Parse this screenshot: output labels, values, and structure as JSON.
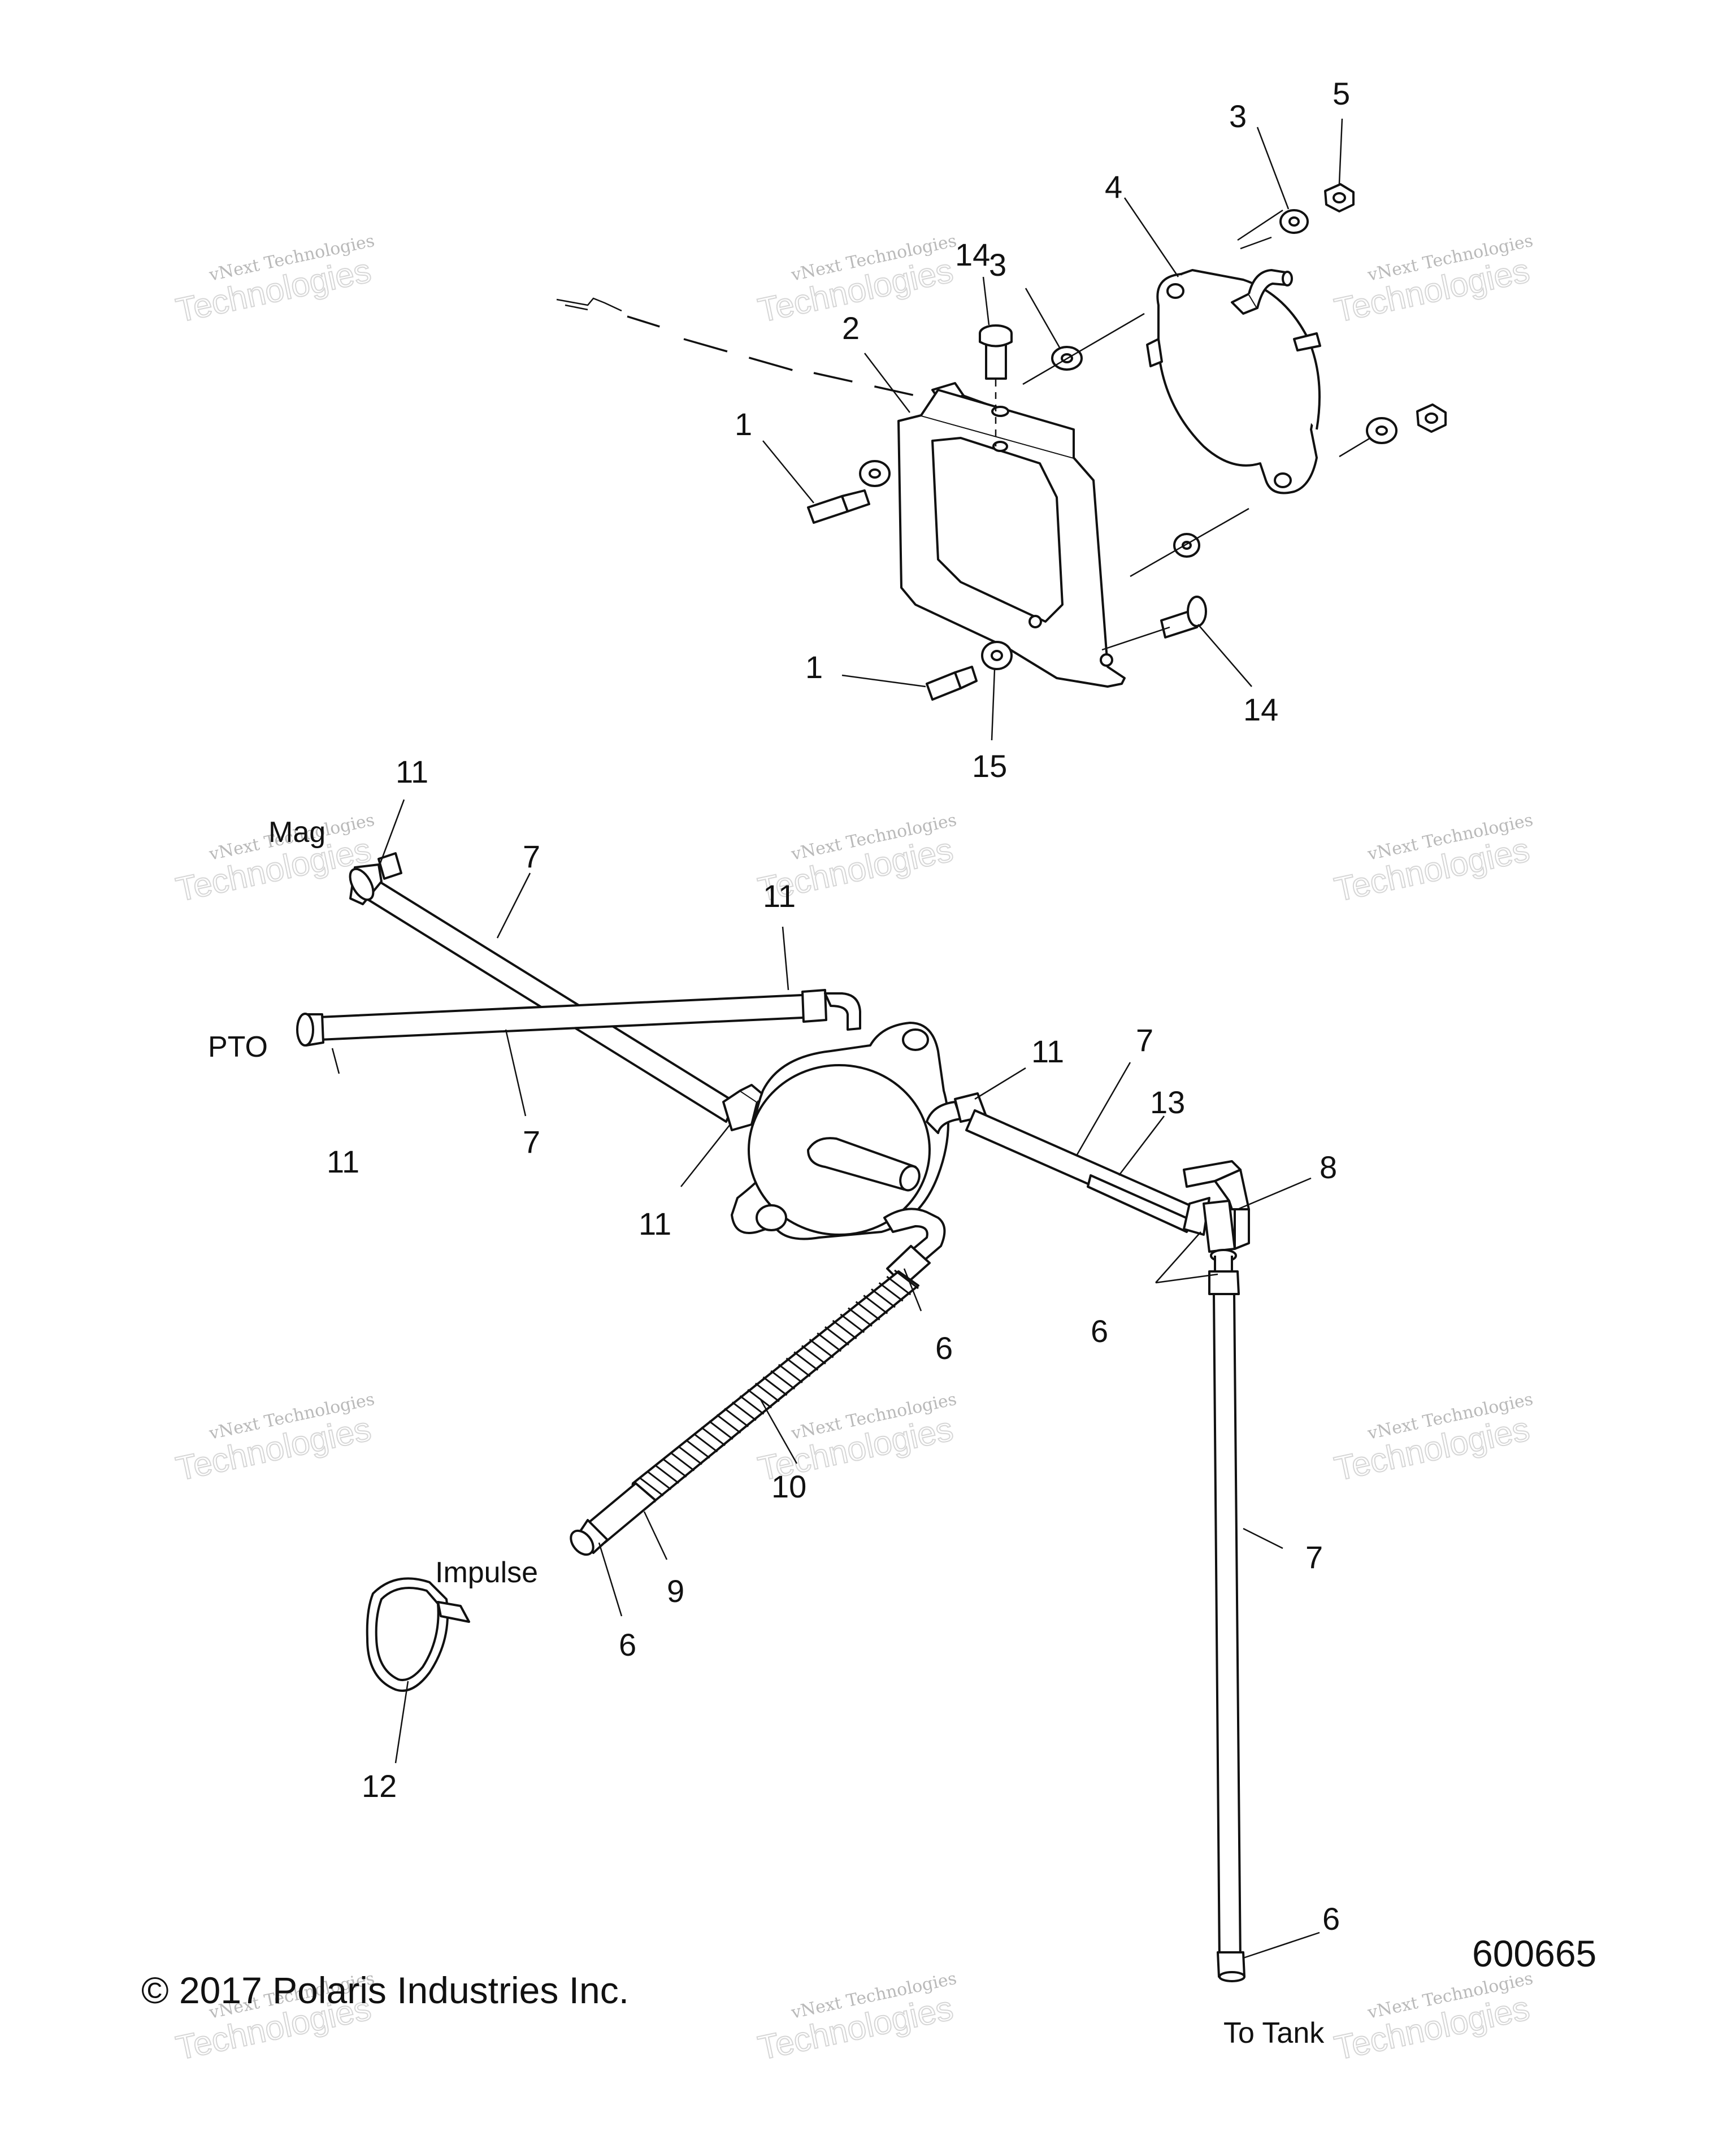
{
  "callouts": {
    "c5": "5",
    "c3a": "3",
    "c4": "4",
    "c14a": "14",
    "c3b": "3",
    "c2": "2",
    "c1a": "1",
    "c1b": "1",
    "c15": "15",
    "c14b": "14",
    "c11a": "11",
    "c7a": "7",
    "c11b": "11",
    "c11c": "11",
    "c7b": "7",
    "c11d": "11",
    "c11e": "11",
    "c7c": "7",
    "c13": "13",
    "c8": "8",
    "c6a": "6",
    "c6b": "6",
    "c10": "10",
    "c9": "9",
    "c6c": "6",
    "c12": "12",
    "c7d": "7",
    "c6d": "6"
  },
  "labels": {
    "mag": "Mag",
    "pto": "PTO",
    "impulse": "Impulse",
    "to_tank": "To Tank",
    "copyright": "© 2017 Polaris Industries Inc.",
    "diagram_number": "600665"
  },
  "watermark": {
    "line1": "vNext Technologies",
    "line2": "Technologies"
  },
  "icons": {
    "fuel_pump": "fuel-pump-icon",
    "bracket": "mounting-bracket-icon",
    "filter": "fuel-filter-icon",
    "clamp": "hose-clamp-icon"
  }
}
